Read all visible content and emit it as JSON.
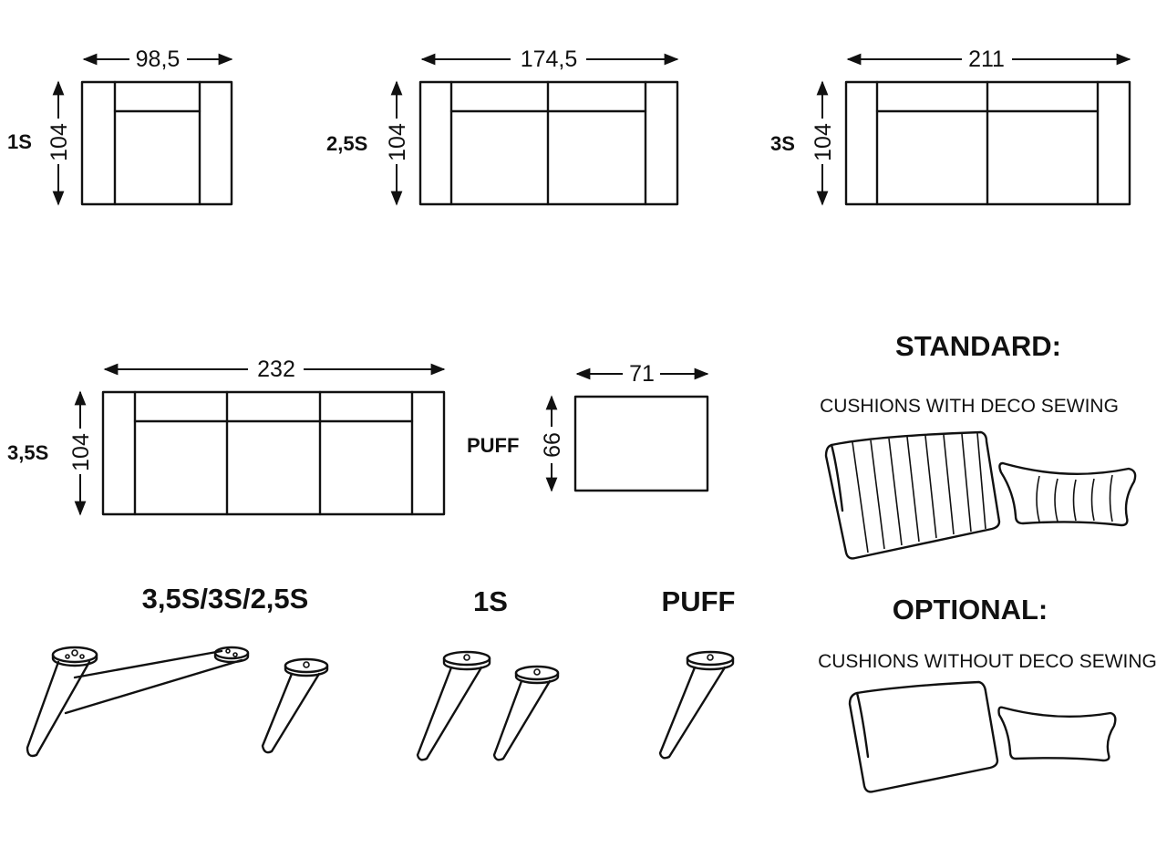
{
  "sofas": [
    {
      "label": "1S",
      "width": "98,5",
      "depth": "104"
    },
    {
      "label": "2,5S",
      "width": "174,5",
      "depth": "104"
    },
    {
      "label": "3S",
      "width": "211",
      "depth": "104"
    },
    {
      "label": "3,5S",
      "width": "232",
      "depth": "104"
    }
  ],
  "puff": {
    "label": "PUFF",
    "width": "71",
    "depth": "66"
  },
  "legs": {
    "group_a": "3,5S/3S/2,5S",
    "group_b": "1S",
    "group_c": "PUFF"
  },
  "standard": {
    "title": "STANDARD:",
    "subtitle": "CUSHIONS WITH DECO SEWING"
  },
  "optional": {
    "title": "OPTIONAL:",
    "subtitle": "CUSHIONS WITHOUT DECO SEWING"
  }
}
